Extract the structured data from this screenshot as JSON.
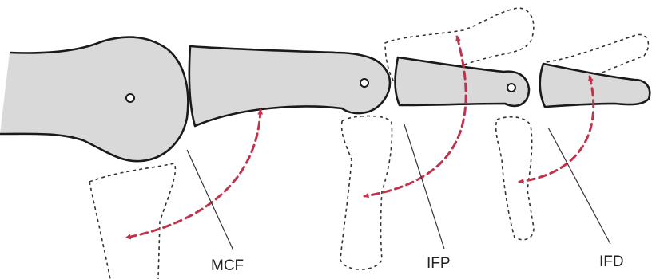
{
  "labels": {
    "mcf": "MCF",
    "ifp": "IFP",
    "ifd": "IFD"
  },
  "colors": {
    "bone_fill": "#d9d9d9",
    "outline": "#1a1a1a",
    "arrow": "#c0334d"
  }
}
